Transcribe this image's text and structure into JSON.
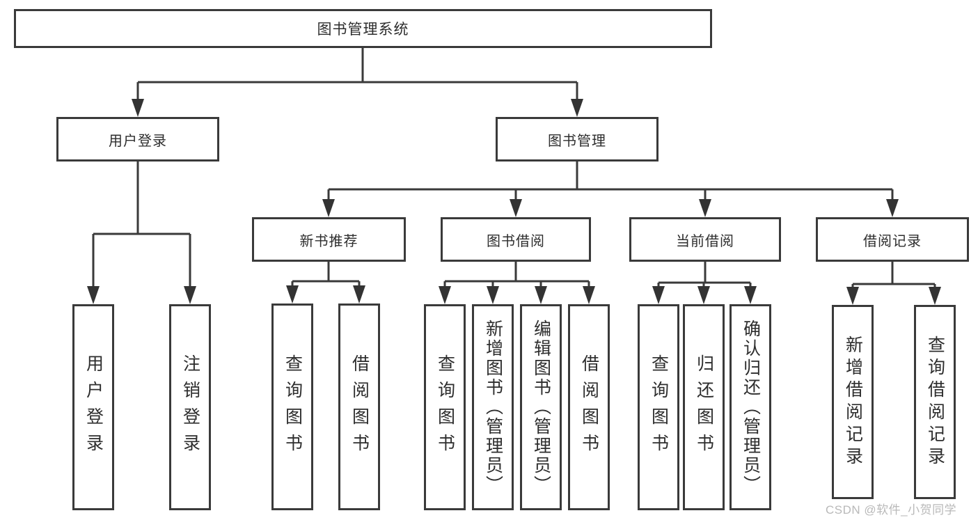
{
  "tree": {
    "root": {
      "label": "图书管理系统"
    },
    "branches": [
      {
        "label": "用户登录",
        "children": [
          {
            "label": "用户登录"
          },
          {
            "label": "注销登录"
          }
        ]
      },
      {
        "label": "图书管理",
        "children": [
          {
            "label": "新书推荐",
            "children": [
              {
                "label": "查询图书"
              },
              {
                "label": "借阅图书"
              }
            ]
          },
          {
            "label": "图书借阅",
            "children": [
              {
                "label": "查询图书"
              },
              {
                "label": "新增图书（管理员）"
              },
              {
                "label": "编辑图书（管理员）"
              },
              {
                "label": "借阅图书"
              }
            ]
          },
          {
            "label": "当前借阅",
            "children": [
              {
                "label": "查询图书"
              },
              {
                "label": "归还图书"
              },
              {
                "label": "确认归还（管理员）"
              }
            ]
          },
          {
            "label": "借阅记录",
            "children": [
              {
                "label": "新增借阅记录"
              },
              {
                "label": "查询借阅记录"
              }
            ]
          }
        ]
      }
    ]
  },
  "watermark": {
    "text": "CSDN @软件_小贺同学"
  },
  "colors": {
    "line": "#3a3a3a",
    "box_border": "#3a3a3a",
    "text": "#2d2d2d",
    "background": "#ffffff",
    "watermark": "#b9b9b9"
  }
}
